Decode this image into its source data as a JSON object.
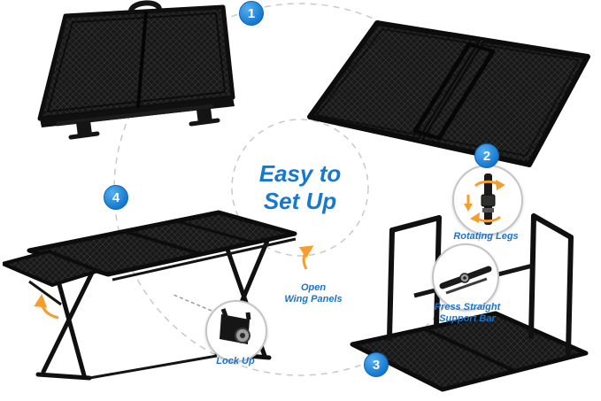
{
  "title": {
    "line1": "Easy to",
    "line2": "Set Up"
  },
  "steps": {
    "one": "1",
    "two": "2",
    "three": "3",
    "four": "4"
  },
  "annotations": {
    "rotating_legs": "Rotating Legs",
    "support_bar_line1": "Press Straight",
    "support_bar_line2": "Support Bar",
    "wing_line1": "Open",
    "wing_line2": "Wing Panels",
    "lock_up": "Lock Up"
  },
  "illustrations": {
    "step1": "folded-table-case",
    "step2": "unfolded-flat-tabletop",
    "step3": "inverted-table-legs-up",
    "step4": "assembled-table-with-wings"
  },
  "colors": {
    "title_blue": "#1778d0",
    "label_blue": "#1b74cc",
    "badge_blue": "#2492e4",
    "arrow_orange": "#f59e2d",
    "table_black": "#161616",
    "dash_gray": "#c9c9c9"
  }
}
